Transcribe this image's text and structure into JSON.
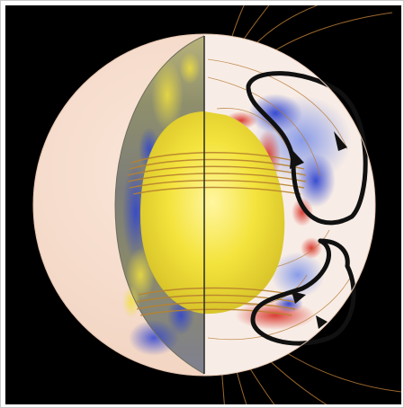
{
  "image": {
    "subject": "solar-interior-cutaway",
    "colors": {
      "background": "#000000",
      "frame": "#ffffff",
      "sphere_surface": "#f6dccb",
      "core": "#f3e13a",
      "field_lines": "#c98a3c",
      "positive_flow": "#d33a2c",
      "negative_flow": "#3b5fd6",
      "circulation_arrows": "#111111",
      "rotation_panel_yellow": "#d7cd3a",
      "rotation_panel_blue": "#3a4fc8"
    },
    "circulation_cells": 2,
    "hemisphere_split": "vertical-cut"
  }
}
